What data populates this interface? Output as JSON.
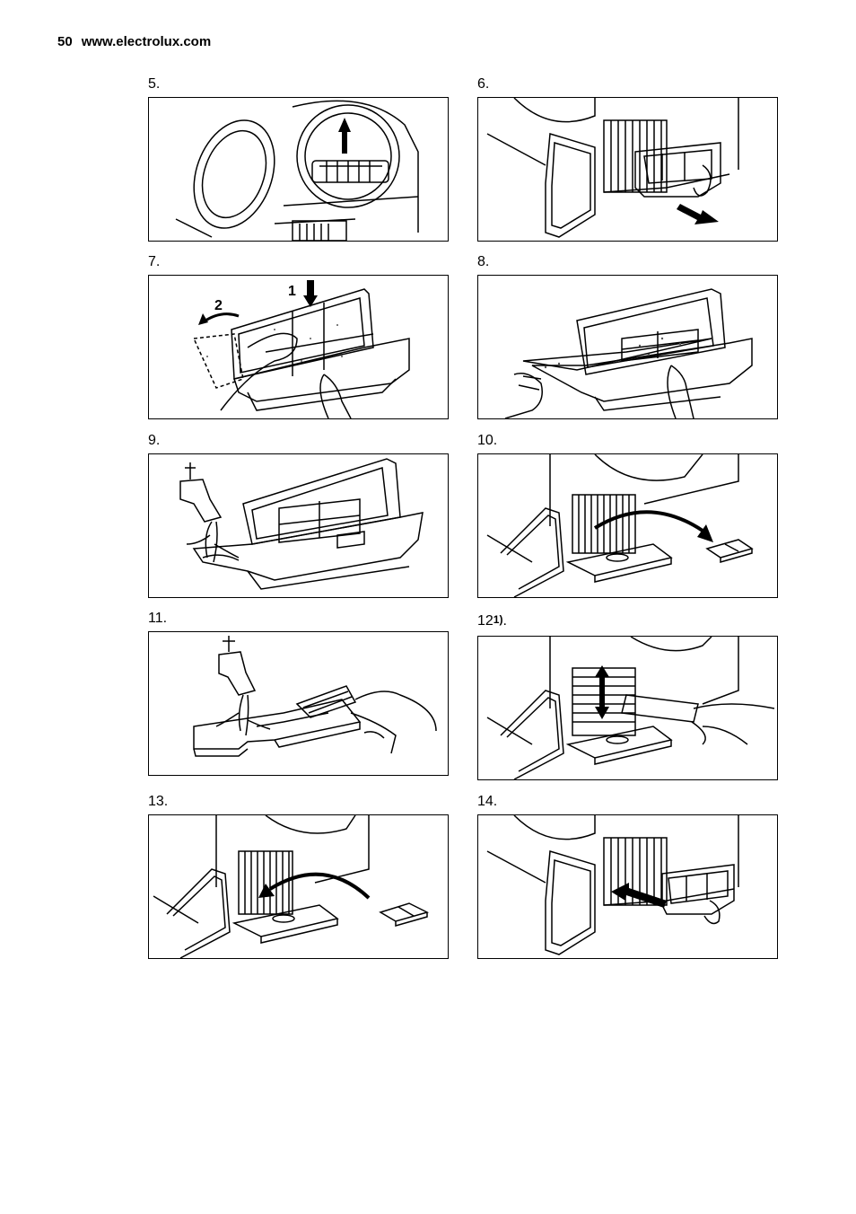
{
  "header": {
    "page_number": "50",
    "site": "www.electrolux.com"
  },
  "steps": [
    {
      "label": "5."
    },
    {
      "label": "6."
    },
    {
      "label": "7.",
      "markers": [
        "1",
        "2"
      ]
    },
    {
      "label": "8."
    },
    {
      "label": "9."
    },
    {
      "label": "10."
    },
    {
      "label": "11."
    },
    {
      "label": "12",
      "footnote": "1)",
      "suffix": "."
    },
    {
      "label": "13."
    },
    {
      "label": "14."
    }
  ]
}
